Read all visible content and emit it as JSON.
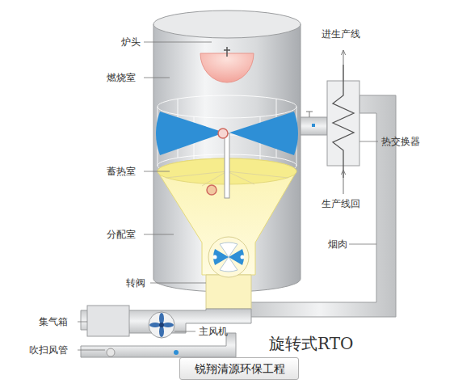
{
  "diagram": {
    "title": "旋转式RTO",
    "nodes": [
      {
        "text": [
          "锐翔清源环保工程"
        ]
      }
    ],
    "labels": [
      "炉头",
      "燃烧室",
      "蓄热室",
      "分配室",
      "转阀",
      "集气箱",
      "主风机",
      "吹扫风管",
      "进生产线",
      "热交换器",
      "生产线回",
      "烟肉"
    ]
  }
}
